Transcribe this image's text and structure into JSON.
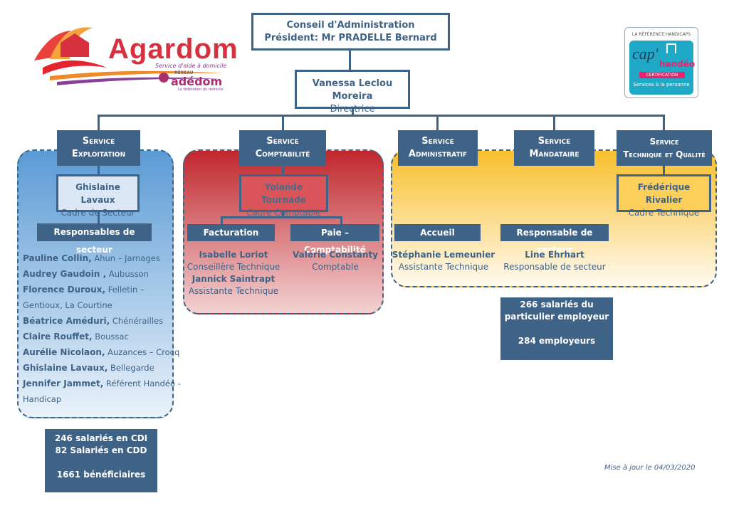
{
  "logo_left": {
    "brand": "Agardom",
    "tagline": "Service d'aide à domicile",
    "network_label": "RÉSEAU",
    "network_name": "adédom",
    "network_sub": "La fédération du domicile"
  },
  "logo_right": {
    "top": "LA RÉFÉRENCE HANDICAPS",
    "brand_a": "cap'",
    "brand_b": "handéo",
    "badge": "CERTIFICATION",
    "bottom": "Services à la personne"
  },
  "board": {
    "line1": "Conseil d'Administration",
    "line2": "Président: Mr PRADELLE Bernard"
  },
  "director": {
    "name": "Vanessa Leclou Moreira",
    "role": "Directrice"
  },
  "services": {
    "exploitation": {
      "line1": "Service",
      "line2": "Exploitation"
    },
    "comptabilite": {
      "line1": "Service",
      "line2": "Comptabilité"
    },
    "administratif": {
      "line1": "Service",
      "line2": "Administratif"
    },
    "mandataire": {
      "line1": "Service",
      "line2": "Mandataire"
    },
    "technique": {
      "line1": "Service",
      "line2": "Technique et Qualité"
    }
  },
  "exploitation": {
    "head_name": "Ghislaine Lavaux",
    "head_role": "Cadre de Secteur",
    "resp_label": "Responsables de secteur",
    "people": [
      {
        "name": "Pauline Collin,",
        "place": " Ahun – Jarnages"
      },
      {
        "name": "Audrey Gaudoin ,",
        "place": " Aubusson"
      },
      {
        "name": "Florence Duroux,",
        "place": " Felletin –"
      },
      {
        "name": "",
        "place": "Gentioux, La Courtine"
      },
      {
        "name": "Béatrice Améduri,",
        "place": " Chénérailles"
      },
      {
        "name": "Claire Rouffet,",
        "place": " Boussac"
      },
      {
        "name": "Aurélie Nicolaon,",
        "place": " Auzances – Crocq"
      },
      {
        "name": "Ghislaine Lavaux,",
        "place": " Bellegarde"
      },
      {
        "name": "Jennifer Jammet,",
        "place": " Référent Handéo -"
      },
      {
        "name": "",
        "place": "Handicap"
      }
    ]
  },
  "comptabilite": {
    "head_name": "Yolande Tournade",
    "head_role": "Cadre Comptable",
    "facturation_label": "Facturation",
    "paie_label": "Paie – Comptabilité",
    "fact_p1_name": "Isabelle Loriot",
    "fact_p1_role": "Conseillère Technique",
    "fact_p2_name": "Jannick Saintrapt",
    "fact_p2_role": "Assistante Technique",
    "paie_name": "Valérie Constanty",
    "paie_role": "Comptable"
  },
  "administratif": {
    "label": "Accueil",
    "name": "Stéphanie Lemeunier",
    "role": "Assistante Technique"
  },
  "mandataire": {
    "label": "Responsable de secteur",
    "name": "Line Ehrhart",
    "role": "Responsable de secteur",
    "stat1": "266 salariés du particulier employeur",
    "stat2": "284 employeurs"
  },
  "technique": {
    "name": "Frédérique Rivalier",
    "role": "Cadre Technique"
  },
  "stats_bottom": {
    "line1": "246 salariés en CDI",
    "line2": "82 Salariés en CDD",
    "line3": "1661 bénéficiaires"
  },
  "updated": "Mise à jour le 04/03/2020",
  "colors": {
    "navy": "#3f6386",
    "blue_region": "#5b9bd5",
    "red_region": "#c0272d",
    "yellow_region": "#f9bf2c"
  }
}
